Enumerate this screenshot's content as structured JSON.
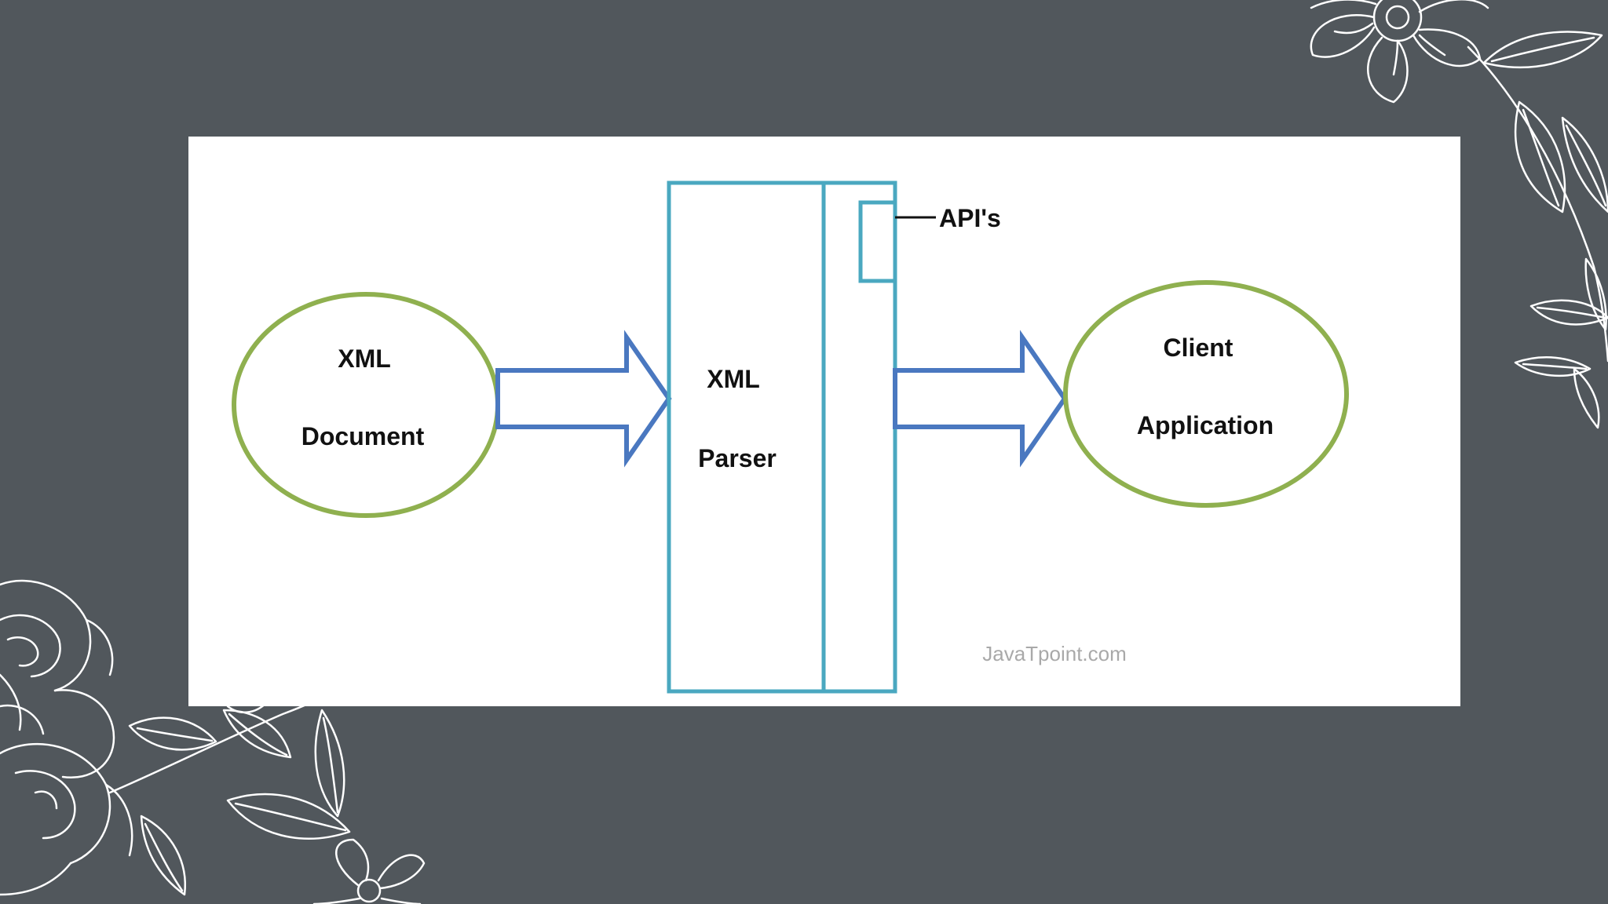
{
  "colors": {
    "background": "#51575c",
    "panel": "#ffffff",
    "ellipse_stroke": "#8fb04f",
    "arrow_stroke": "#4a78c0",
    "parser_stroke": "#4aa8c0",
    "text": "#111111",
    "watermark": "#a9a9a9",
    "floral_line": "#ffffff"
  },
  "diagram": {
    "source": {
      "line1": "XML",
      "line2": "Document"
    },
    "parser": {
      "line1": "XML",
      "line2": "Parser"
    },
    "api_label": "API's",
    "target": {
      "line1": "Client",
      "line2": "Application"
    },
    "watermark": "JavaTpoint.com"
  },
  "decorations": {
    "top_right": "floral-line-art",
    "bottom_left": "floral-line-art"
  }
}
